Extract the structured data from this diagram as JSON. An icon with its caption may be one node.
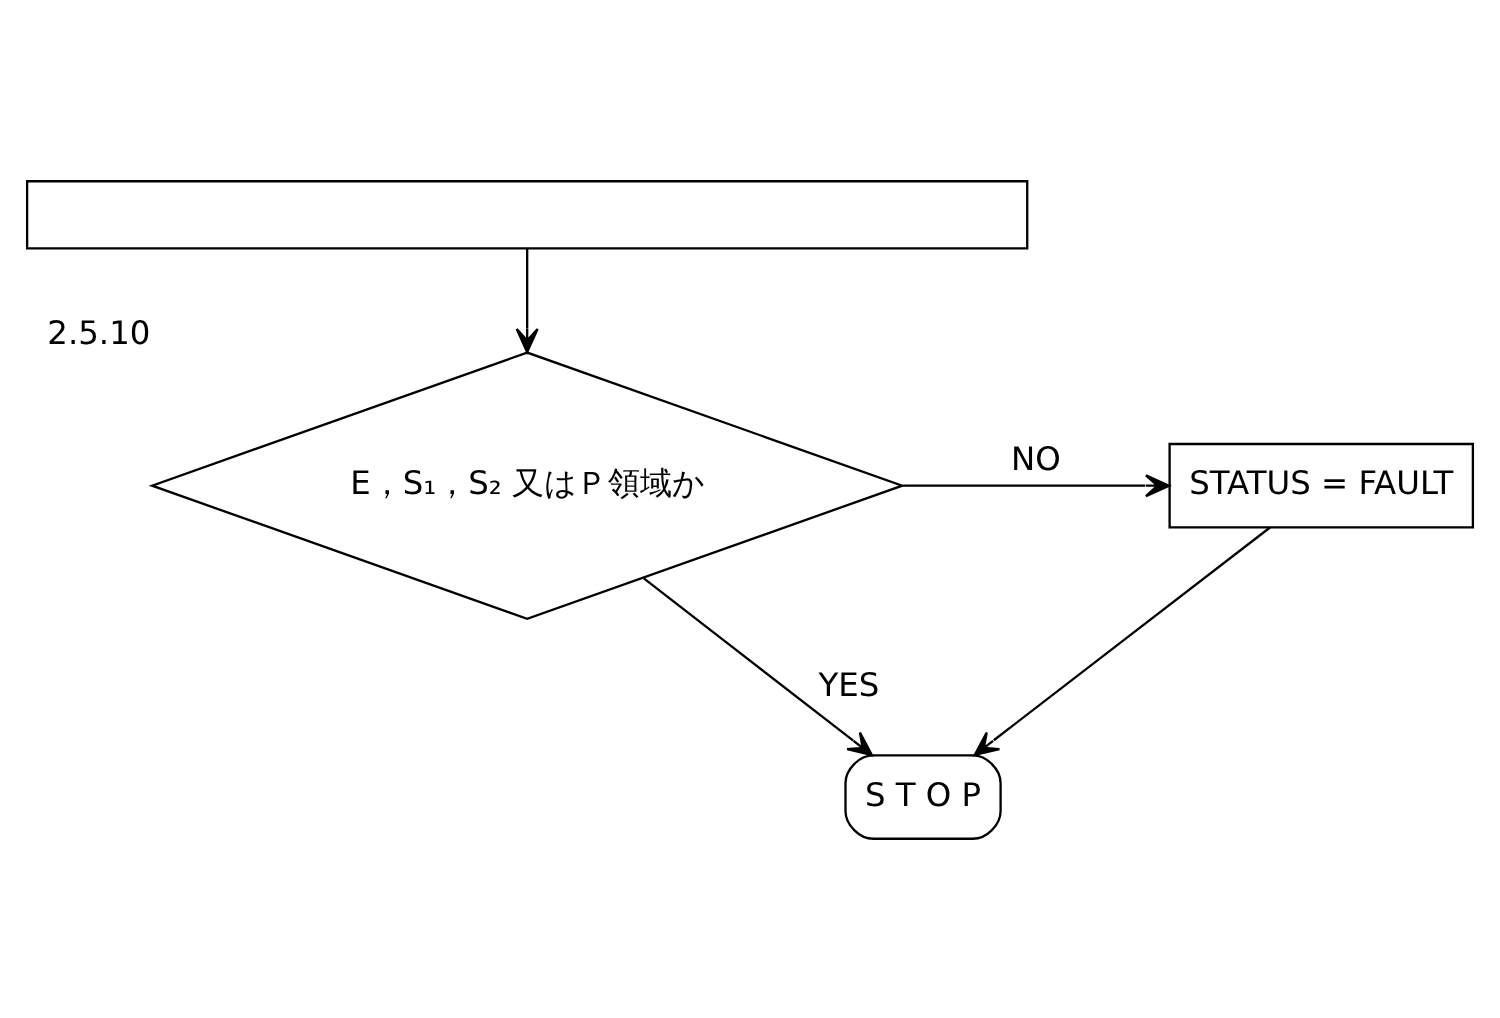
{
  "diagram": {
    "nodes": [
      {
        "text": [],
        "shape": "box"
      },
      {
        "text": [
          "E，S₁，S₂ 又はＰ領域か"
        ],
        "beside": [
          "2.5.10"
        ]
      },
      {
        "text": [
          "STATUS = FAULT"
        ]
      },
      {
        "text": [
          "S T O P"
        ]
      }
    ],
    "edges": [
      {
        "from": 0,
        "to": 1,
        "arrow": "to"
      },
      {
        "from": 1,
        "to": 2,
        "arrow": "to",
        "label": "NO"
      },
      {
        "from": 1,
        "to": 3,
        "arrow": "to",
        "label": "YES"
      },
      {
        "from": 2,
        "to": 3,
        "arrow": "to"
      }
    ]
  }
}
